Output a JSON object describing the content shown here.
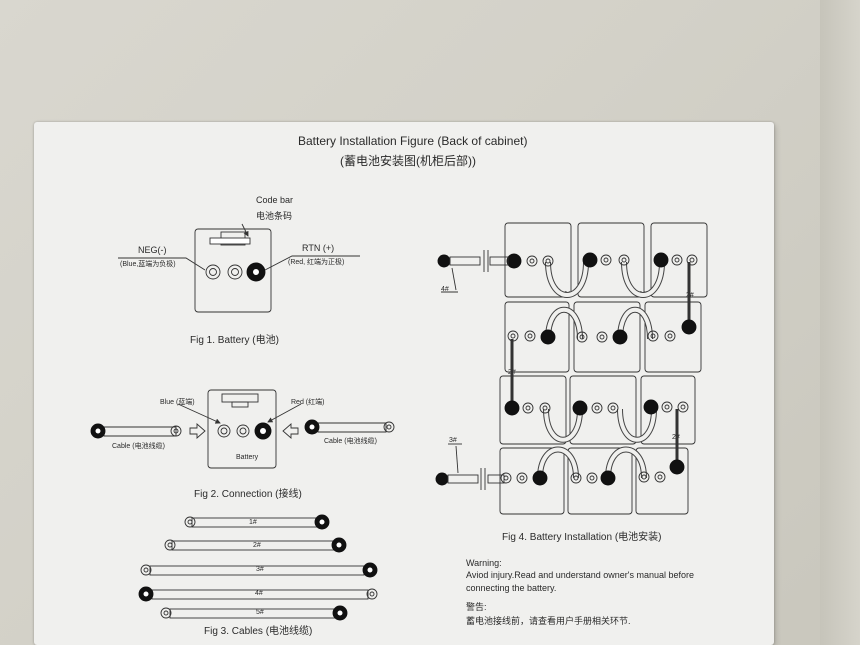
{
  "title": "Battery Installation Figure (Back of cabinet)",
  "title_cn": "(蓄电池安装图(机柜后部))",
  "fig1": {
    "code_bar": "Code bar",
    "code_bar_cn": "电池条码",
    "neg_label": "NEG(-)",
    "neg_sub": "(Blue,蓝端为负极)",
    "rtn_label": "RTN (+)",
    "rtn_sub": "(Red, 红端为正极)",
    "caption": "Fig 1.  Battery (电池)"
  },
  "fig2": {
    "blue_label": "Blue (蓝端)",
    "red_label": "Red (红端)",
    "battery_label": "Battery",
    "cable_left": "Cable (电池线缆)",
    "cable_right": "Cable (电池线缆)",
    "caption": "Fig 2.  Connection (接线)"
  },
  "fig3": {
    "cables": [
      "1#",
      "2#",
      "3#",
      "4#",
      "5#"
    ],
    "caption": "Fig 3.  Cables (电池线缆)"
  },
  "fig4": {
    "label_4": "4#",
    "label_3": "3#",
    "label_1": "1#",
    "label_2": "2#",
    "caption": "Fig 4.  Battery Installation (电池安装)"
  },
  "warning": {
    "heading": "Warning:",
    "line1": "Aviod injury.Read and understand owner's manual before",
    "line2": "connecting the battery.",
    "heading_cn": "警告:",
    "line_cn": "蓄电池接线前，请查看用户手册相关环节."
  }
}
